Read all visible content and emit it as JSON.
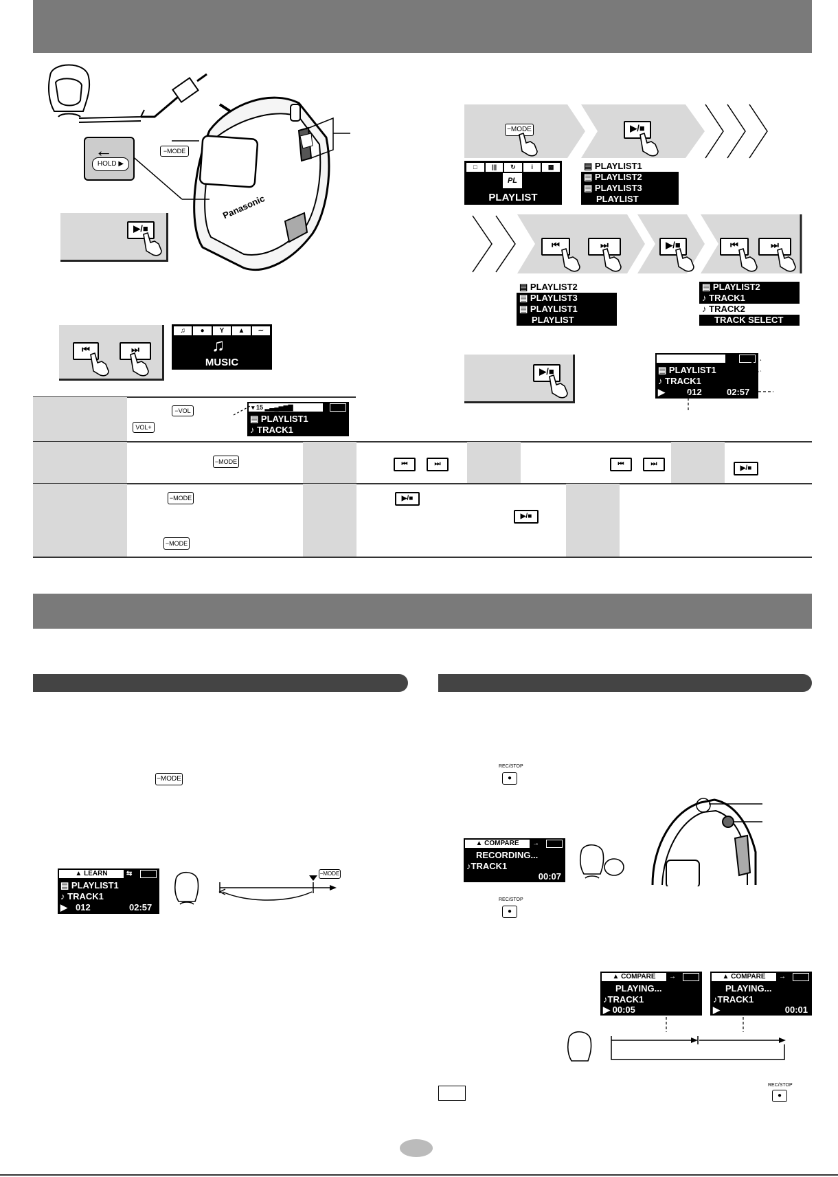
{
  "brand": "Panasonic",
  "buttons": {
    "mode": "MODE",
    "hold": "HOLD",
    "vol_minus": "VOL",
    "vol_plus": "VOL",
    "recstop": "REC/STOP"
  },
  "menu_playlist": {
    "label": "PLAYLIST",
    "icon_text": "PL"
  },
  "menu_music": {
    "label": "MUSIC"
  },
  "list1": {
    "items": [
      "PLAYLIST1",
      "PLAYLIST2",
      "PLAYLIST3"
    ],
    "footer": "PLAYLIST"
  },
  "list2": {
    "items": [
      "PLAYLIST2",
      "PLAYLIST3",
      "PLAYLIST1"
    ],
    "footer": "PLAYLIST"
  },
  "list3": {
    "items": [
      "PLAYLIST2",
      "TRACK1",
      "TRACK2"
    ],
    "footer": "TRACK SELECT"
  },
  "play_screen": {
    "playlist": "PLAYLIST1",
    "track": "TRACK1",
    "number": "012",
    "time": "02:57"
  },
  "vol_screen": {
    "level": "15",
    "playlist": "PLAYLIST1",
    "track": "TRACK1"
  },
  "learn_screen": {
    "mode": "LEARN",
    "playlist": "PLAYLIST1",
    "track": "TRACK1",
    "number": "012",
    "time": "02:57"
  },
  "compare_rec": {
    "mode": "COMPARE",
    "status": "RECORDING...",
    "track": "TRACK1",
    "time": "00:07"
  },
  "compare_play1": {
    "mode": "COMPARE",
    "status": "PLAYING...",
    "track": "TRACK1",
    "time": "00:05"
  },
  "compare_play2": {
    "mode": "COMPARE",
    "status": "PLAYING...",
    "track": "TRACK1",
    "time": "00:01"
  }
}
